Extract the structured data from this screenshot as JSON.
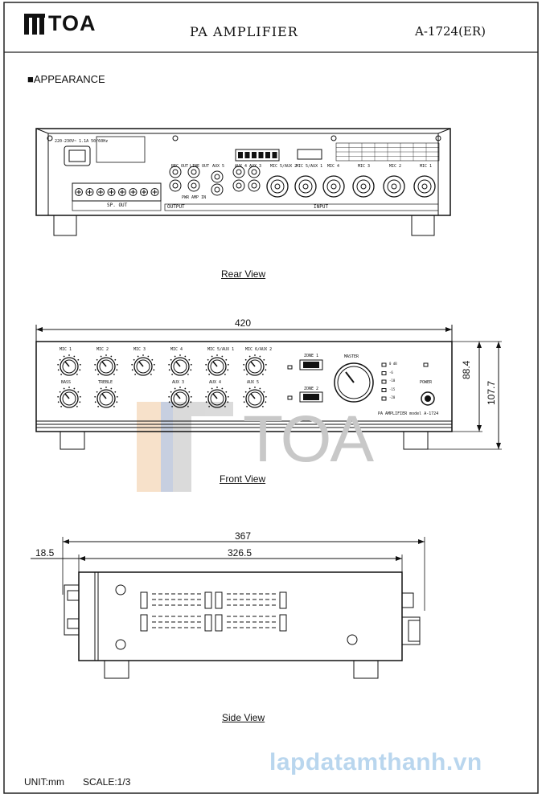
{
  "header": {
    "brand": "TOA",
    "title": "PA AMPLIFIER",
    "model": "A-1724(ER)"
  },
  "section_heading": "APPEARANCE",
  "views": {
    "rear": "Rear View",
    "front": "Front View",
    "side": "Side View"
  },
  "dimensions": {
    "front_width": "420",
    "front_height_inner": "88.4",
    "front_height_total": "107.7",
    "side_depth_total": "367",
    "side_depth_body": "326.5",
    "side_offset": "18.5"
  },
  "rear_panel": {
    "power_label": "220-230V~ 1.1A 50/60Hz",
    "spk_out": "SP. OUT",
    "output": "OUTPUT",
    "input": "INPUT",
    "rec_out": "REC OUT",
    "line_out": "LINE OUT",
    "pwr_amp_in": "PWR AMP IN",
    "inputs": [
      "AUX 5",
      "AUX 4",
      "AUX 3",
      "MIC 5/AUX 2",
      "MIC 5/AUX 1",
      "MIC 4",
      "MIC 3",
      "MIC 2",
      "MIC 1"
    ]
  },
  "front_panel": {
    "row1_knobs": [
      "MIC 1",
      "MIC 2",
      "MIC 3",
      "MIC 4",
      "MIC 5/AUX 1",
      "MIC 6/AUX 2"
    ],
    "row2_knobs": [
      "BASS",
      "TREBLE",
      "AUX 3",
      "AUX 4",
      "AUX 5"
    ],
    "zone1": "ZONE 1",
    "zone2": "ZONE 2",
    "master": "MASTER",
    "power": "POWER",
    "badge": "PA AMPLIFIER model A-1724",
    "levels": [
      "0 dB",
      "-6",
      "-10",
      "-15",
      "-20"
    ]
  },
  "watermark_logo": "TOA",
  "footer": {
    "unit": "UNIT:mm",
    "scale": "SCALE:1/3",
    "site": "lapdatamthanh.vn"
  }
}
